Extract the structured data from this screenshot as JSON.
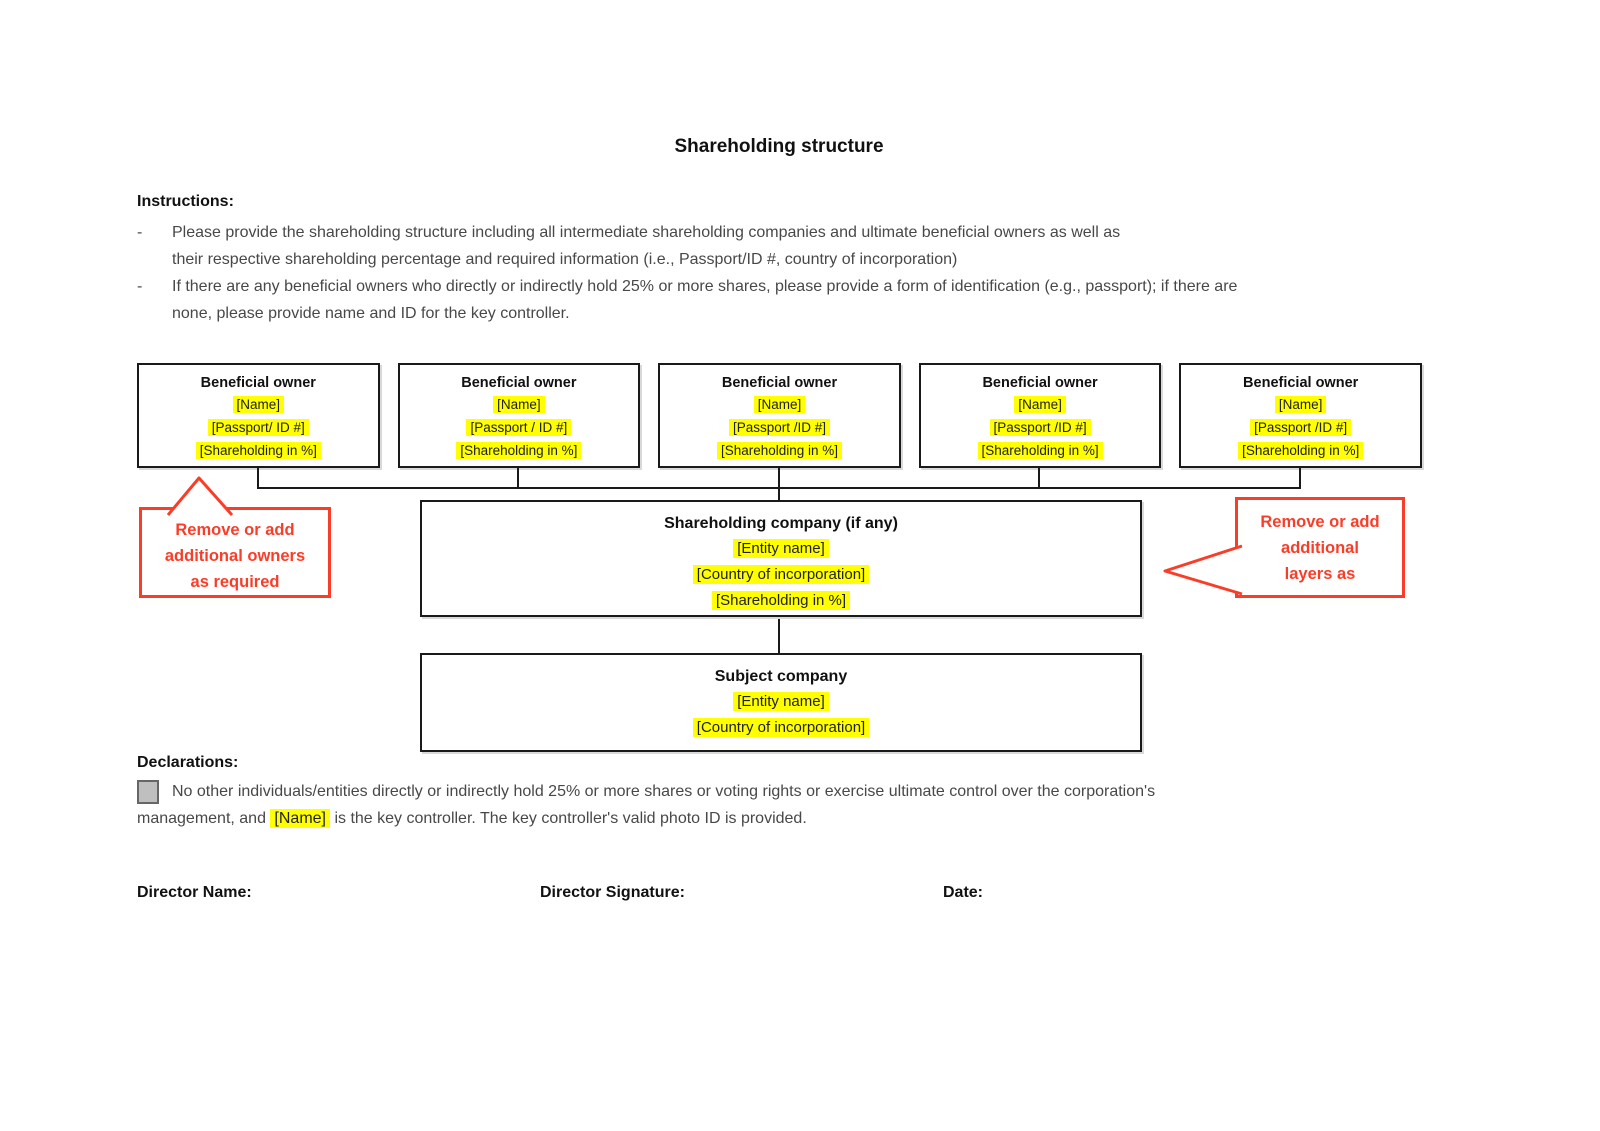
{
  "title": "Shareholding structure",
  "instructions": {
    "heading": "Instructions:",
    "bullets": [
      {
        "marker": "-",
        "lines": [
          "Please provide the shareholding structure including all intermediate shareholding companies and ultimate beneficial owners as well as",
          "their respective shareholding percentage and required information (i.e., Passport/ID #, country of incorporation)"
        ]
      },
      {
        "marker": "-",
        "lines": [
          "If there are any beneficial owners who directly or indirectly hold 25% or more shares, please provide a form of identification (e.g., passport); if there are",
          "none, please provide name and ID for the key controller."
        ]
      }
    ]
  },
  "diagram": {
    "beneficial_owners": [
      {
        "title": "Beneficial owner",
        "fields": [
          "[Name]",
          "[Passport/ ID #]",
          "[Shareholding in %]"
        ]
      },
      {
        "title": "Beneficial owner",
        "fields": [
          "[Name]",
          "[Passport / ID #]",
          "[Shareholding in %]"
        ]
      },
      {
        "title": "Beneficial owner",
        "fields": [
          "[Name]",
          "[Passport /ID #]",
          "[Shareholding in %]"
        ]
      },
      {
        "title": "Beneficial owner",
        "fields": [
          "[Name]",
          "[Passport /ID #]",
          "[Shareholding in %]"
        ]
      },
      {
        "title": "Beneficial owner",
        "fields": [
          "[Name]",
          "[Passport /ID #]",
          "[Shareholding in %]"
        ]
      }
    ],
    "shareholding_company": {
      "title": "Shareholding company (if any)",
      "fields": [
        "[Entity name]",
        "[Country of incorporation]",
        "[Shareholding in %]"
      ]
    },
    "subject_company": {
      "title": "Subject company",
      "fields": [
        "[Entity name]",
        "[Country of incorporation]"
      ]
    },
    "callout_left": {
      "lines": [
        "Remove or add",
        "additional owners",
        "as required"
      ]
    },
    "callout_right": {
      "lines": [
        "Remove or add",
        "additional",
        "layers as"
      ]
    }
  },
  "declarations": {
    "heading": "Declarations:",
    "line1": "No other individuals/entities directly or indirectly hold 25% or more shares or voting rights or exercise ultimate control over the corporation's",
    "line2_prefix": "management, and ",
    "line2_highlight": "[Name]",
    "line2_suffix": " is the key controller. The key controller's valid photo ID is provided."
  },
  "signature": {
    "director_name_label": "Director Name:",
    "director_signature_label": "Director Signature:",
    "date_label": "Date:"
  },
  "colors": {
    "highlight_yellow": "#ffff00",
    "callout_red": "#fa3d28",
    "checkbox_fill": "#bfbfbf",
    "line_black": "#1a1a1a"
  }
}
